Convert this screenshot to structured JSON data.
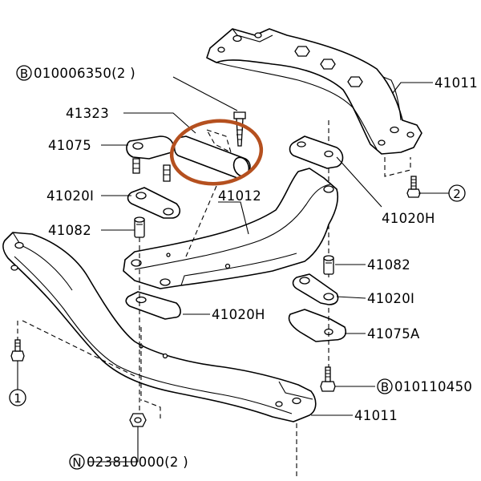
{
  "callouts": {
    "b_top": {
      "symbol": "B",
      "text": "010006350(2  )"
    },
    "p41323": "41323",
    "p41075": "41075",
    "p41020i_left": "41020I",
    "p41012": "41012",
    "p41082_left": "41082",
    "p41011_top": "41011",
    "p41020h_right": "41020H",
    "p41082_right": "41082",
    "p41020i_right": "41020I",
    "p41020h_lower": "41020H",
    "p41075a": "41075A",
    "b_bottom": {
      "symbol": "B",
      "text": "010110450"
    },
    "p41011_bottom": "41011",
    "n_bottom": {
      "symbol": "N",
      "text": "023810000(2  )"
    },
    "ref_1": "1",
    "ref_2": "2"
  },
  "highlight": {
    "color": "#b5501f",
    "target": "41323"
  }
}
